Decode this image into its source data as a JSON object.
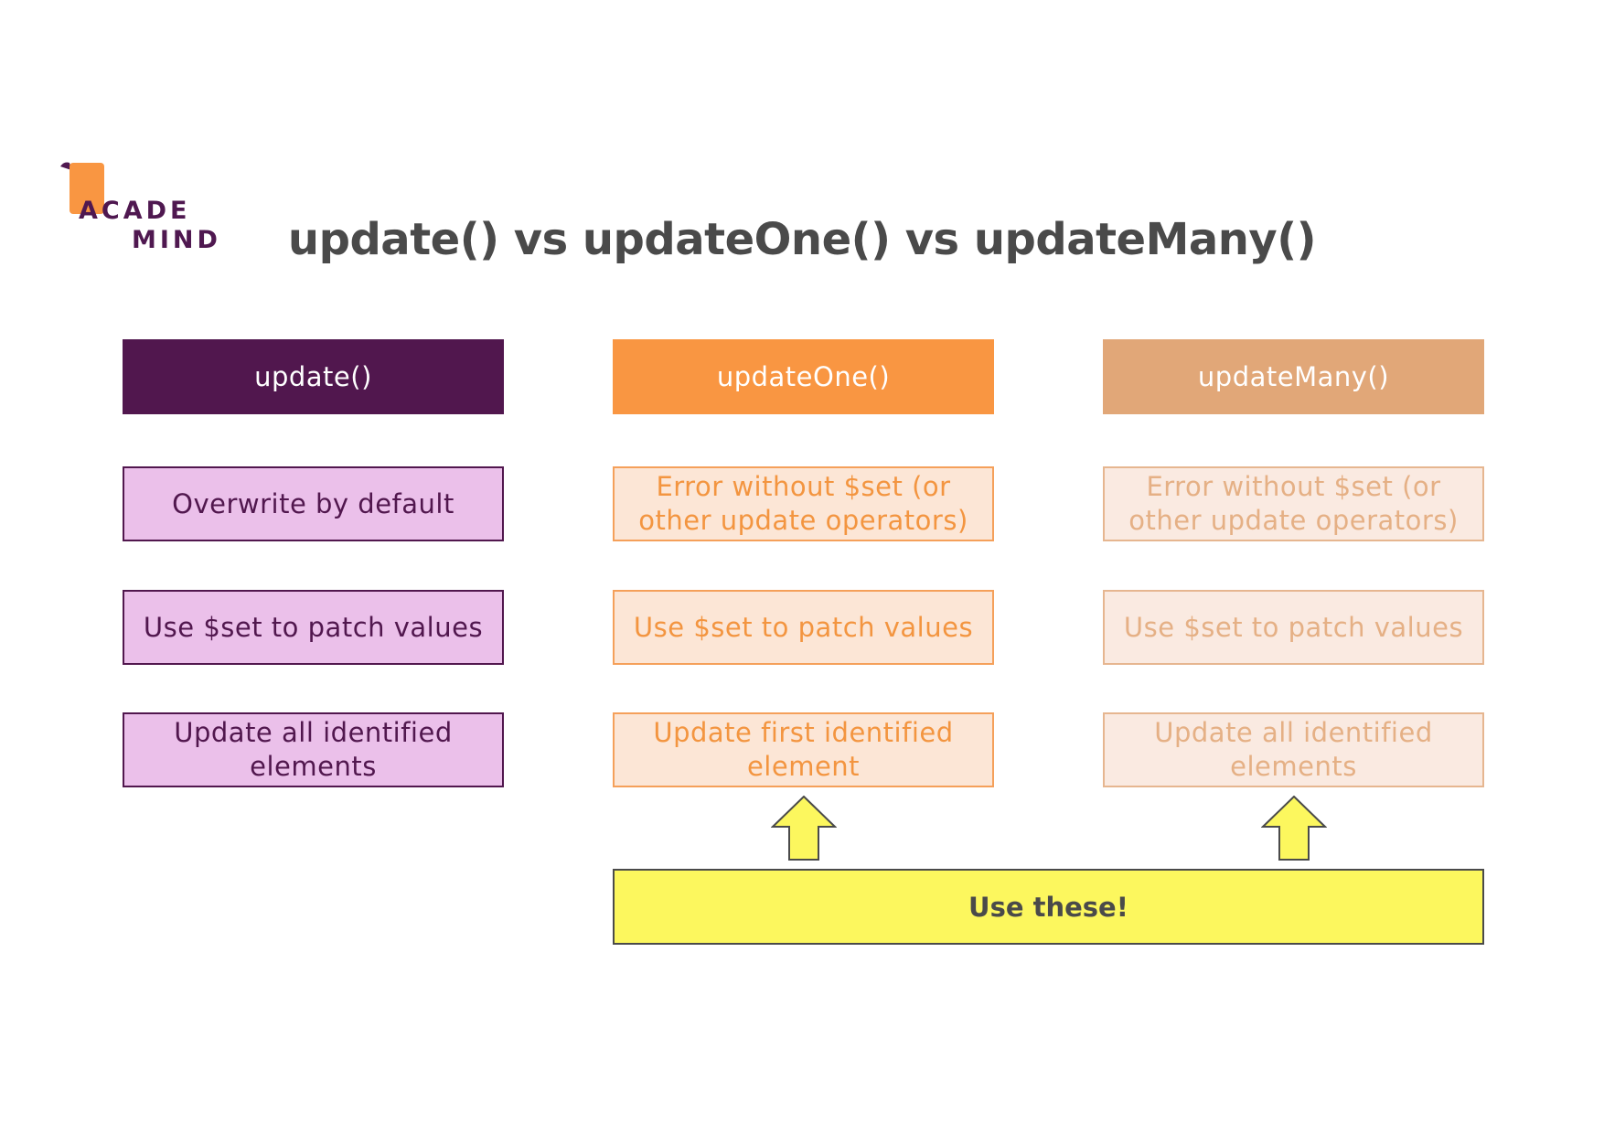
{
  "logo": {
    "line1": "ACADE",
    "line2": "MIND",
    "colors": {
      "purple": "#4f1850",
      "orange": "#f99642"
    }
  },
  "title": "update() vs updateOne() vs updateMany()",
  "columns": [
    {
      "header": "update()",
      "cells": [
        "Overwrite by default",
        "Use $set to patch values",
        "Update all identified elements"
      ]
    },
    {
      "header": "updateOne()",
      "cells": [
        "Error without $set (or other update operators)",
        "Use $set to patch values",
        "Update first identified element"
      ]
    },
    {
      "header": "updateMany()",
      "cells": [
        "Error without $set (or other update operators)",
        "Use $set to patch values",
        "Update all identified elements"
      ]
    }
  ],
  "callout": "Use these!",
  "colors": {
    "update": "#51174e",
    "updateOne": "#f99642",
    "updateMany": "#e1a778",
    "callout": "#fcf75e"
  },
  "icons": [
    "logo-mark-icon",
    "up-arrow-icon"
  ]
}
